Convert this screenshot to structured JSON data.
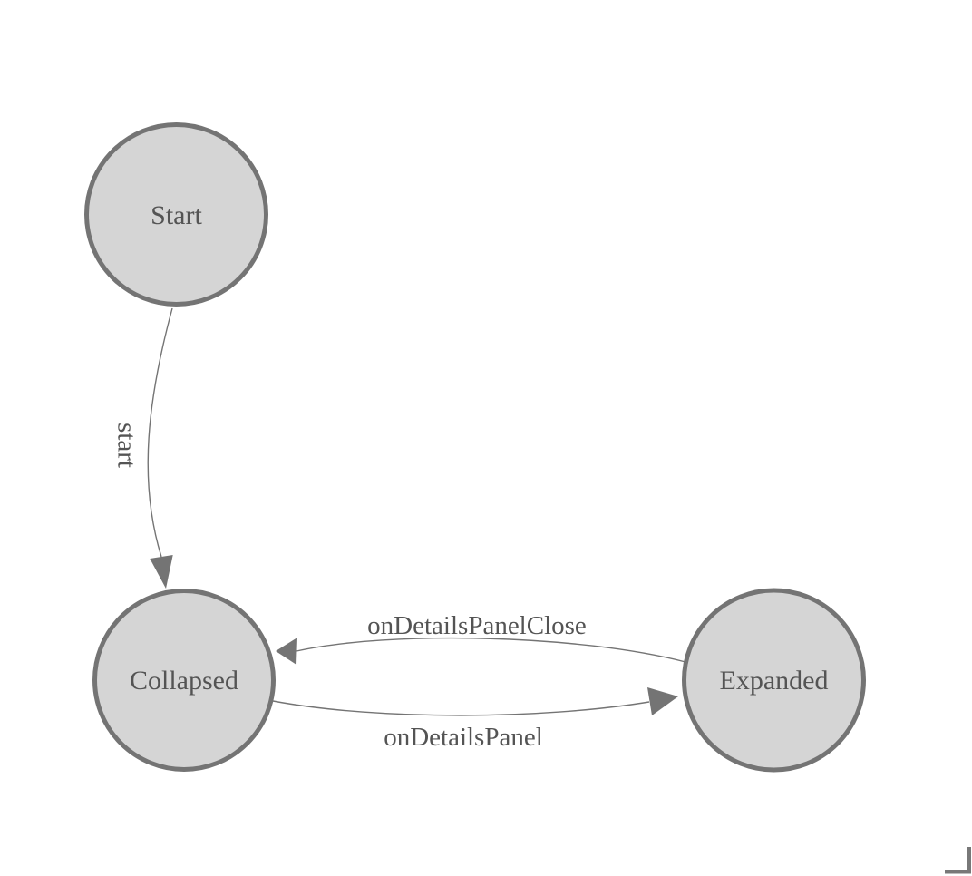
{
  "diagram": {
    "title": "state-machine-diagram",
    "colors": {
      "background": "#ffffff",
      "node_fill": "#d5d5d5",
      "node_stroke": "#747474",
      "edge_color": "#747474",
      "label_color": "#545454"
    },
    "nodes": [
      {
        "id": "start",
        "label": "Start"
      },
      {
        "id": "collapsed",
        "label": "Collapsed"
      },
      {
        "id": "expanded",
        "label": "Expanded"
      }
    ],
    "edges": [
      {
        "from": "Start",
        "to": "Collapsed",
        "label": "start"
      },
      {
        "from": "Expanded",
        "to": "Collapsed",
        "label": "onDetailsPanelClose"
      },
      {
        "from": "Collapsed",
        "to": "Expanded",
        "label": "onDetailsPanel"
      }
    ]
  }
}
